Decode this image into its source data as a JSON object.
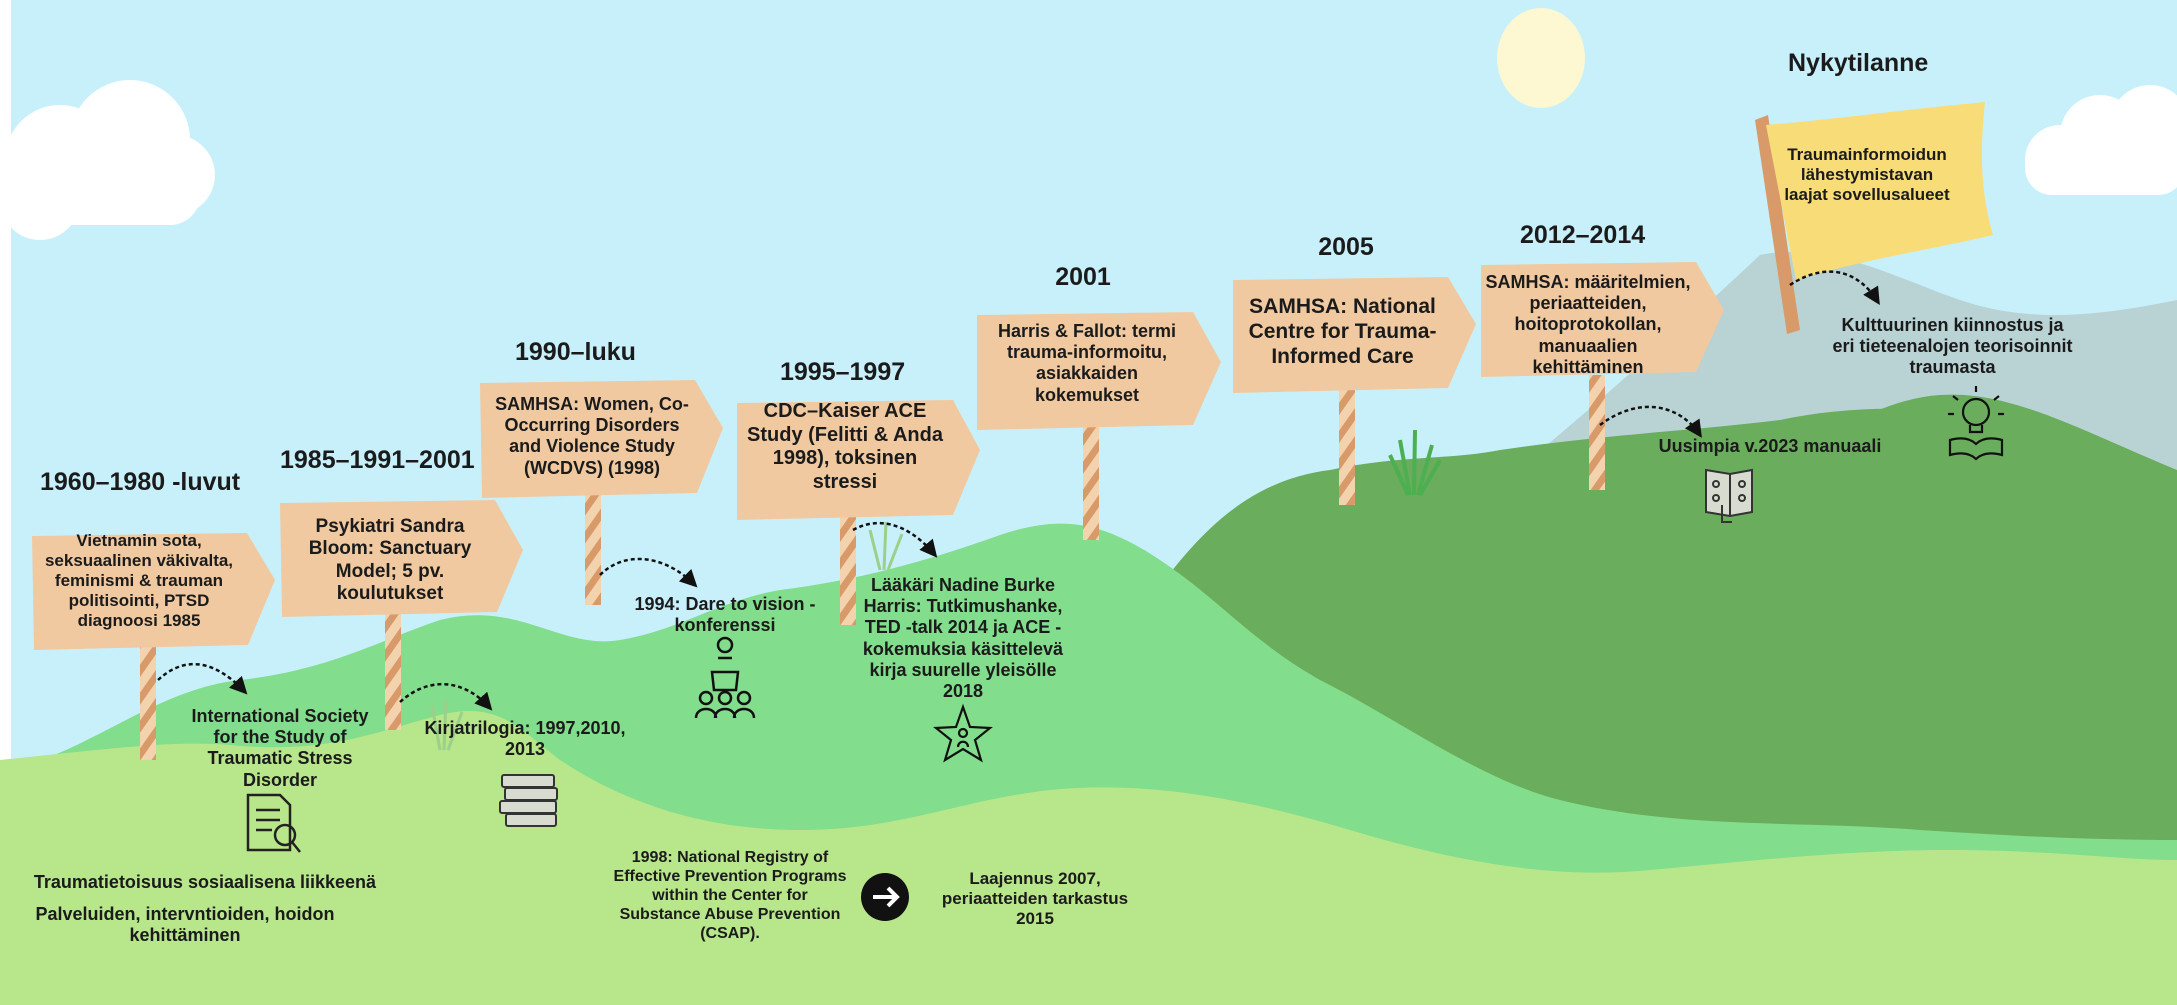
{
  "timeline": [
    {
      "year": "1960–1980 -luvut",
      "sign": "Vietnamin sota, seksuaalinen väkivalta, feminismi & trauman politisointi, PTSD diagnoosi 1985",
      "note": "International Society for the Study of Traumatic Stress Disorder"
    },
    {
      "year": "1985–1991–2001",
      "sign": "Psykiatri Sandra Bloom: Sanctuary Model;  5 pv. koulutukset",
      "note": "Kirjatrilogia: 1997,2010, 2013"
    },
    {
      "year": "1990–luku",
      "sign": "SAMHSA: Women, Co-Occurring Disorders and Violence Study (WCDVS) (1998)",
      "note": "1994: Dare to vision -konferenssi"
    },
    {
      "year": "1995–1997",
      "sign": "CDC–Kaiser ACE Study (Felitti & Anda 1998), toksinen stressi",
      "note": "Lääkäri Nadine Burke Harris: Tutkimushanke, TED -talk 2014 ja ACE -kokemuksia käsittelevä kirja suurelle yleisölle 2018"
    },
    {
      "year": "2001",
      "sign": "Harris & Fallot: termi trauma-informoitu, asiakkaiden kokemukset",
      "note": ""
    },
    {
      "year": "2005",
      "sign": "SAMHSA: National Centre for Trauma-Informed Care",
      "note": ""
    },
    {
      "year": "2012–2014",
      "sign": "SAMHSA: määritelmien, periaatteiden, hoitoprotokollan, manuaalien kehittäminen",
      "note": "Uusimpia v.2023 manuaali"
    },
    {
      "year": "Nykytilanne",
      "sign": "Traumainformoidun lähestymistavan laajat sovellusalueet",
      "note": "Kulttuurinen kiinnostus ja eri tieteenalojen teorisoinnit traumasta"
    }
  ],
  "bottom": {
    "left_line1": "Traumatietoisuus sosiaalisena liikkeenä",
    "left_line2": "Palveluiden, intervntioiden, hoidon kehittäminen",
    "registry": "1998: National Registry of Effective Prevention Programs within the Center for Substance Abuse Prevention (CSAP).",
    "expansion": "Laajennus 2007, periaatteiden tarkastus 2015"
  },
  "colors": {
    "sky": "#c8f0fb",
    "sign": "#f0c9a0",
    "flag": "#f8dc78",
    "hill_light": "#b8e68a",
    "hill_mid": "#82dd8c",
    "hill_dark": "#6aad5c",
    "mountain": "#b9d2d4"
  },
  "icons": [
    "document-magnifier-icon",
    "book-stack-icon",
    "speaker-audience-icon",
    "star-person-icon",
    "manual-hand-icon",
    "lightbulb-book-icon",
    "arrow-circle-icon",
    "sun-icon",
    "cloud-icon",
    "grass-icon",
    "curved-arrow-icon"
  ]
}
